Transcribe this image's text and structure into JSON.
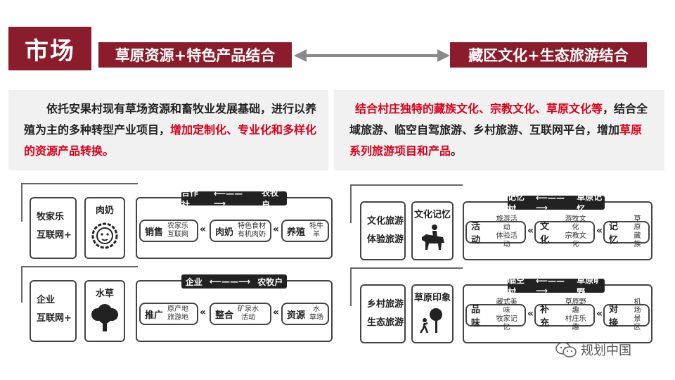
{
  "market": "市场",
  "left_title": "草原资源+特色产品结合",
  "right_title": "藏区文化+生态旅游结合",
  "left_panel": {
    "text_plain_1": "依托安果村现有草场资源和畜牧业发展基础，进行以养殖为主的多种转型产业项目，",
    "text_red": "增加定制化、专业化和多样化的资源产品转换。"
  },
  "right_panel": {
    "text_red_1": "结合村庄独特的藏族文化、宗教文化、草原文化等",
    "text_plain_1": "，结合全域旅游、临空自驾旅游、乡村旅游、互联网平台，增加",
    "text_red_2": "草原系列旅游项目和产品",
    "text_plain_2": "。"
  },
  "left_rows": [
    {
      "left_lines": [
        "牧家乐",
        "互联网+"
      ],
      "icon_title": "肉奶",
      "icon_name": "sheep-icon",
      "header_left": "合作社",
      "header_right": "农牧户",
      "pills": [
        {
          "key": "销售",
          "desc": [
            "农家乐",
            "互联网"
          ]
        },
        {
          "key": "肉奶",
          "desc": [
            "特色食材",
            "有机肉奶"
          ]
        },
        {
          "key": "养殖",
          "desc": [
            "牦牛",
            "羊"
          ]
        }
      ]
    },
    {
      "left_lines": [
        "企业",
        "互联网+"
      ],
      "icon_title": "水草",
      "icon_name": "tree-icon",
      "header_left": "企业",
      "header_right": "农牧户",
      "pills": [
        {
          "key": "推广",
          "desc": [
            "原产地",
            "旅游地"
          ]
        },
        {
          "key": "整合",
          "desc": [
            "矿泉水",
            "活动"
          ]
        },
        {
          "key": "资源",
          "desc": [
            "水",
            "草场"
          ]
        }
      ]
    }
  ],
  "right_rows": [
    {
      "left_lines": [
        "文化旅游",
        "体验旅游"
      ],
      "icon_title": "文化记忆",
      "icon_name": "horse-rider-icon",
      "header_left": "记忆村",
      "header_right": "草原记忆",
      "pills": [
        {
          "key": "活动",
          "desc": [
            "旅游活动",
            "体验活动"
          ]
        },
        {
          "key": "文化",
          "desc": [
            "游牧文化",
            "宗教文化"
          ]
        },
        {
          "key": "记忆",
          "desc": [
            "草原",
            "藏族"
          ]
        }
      ]
    },
    {
      "left_lines": [
        "乡村旅游",
        "生态旅游"
      ],
      "icon_title": "草原印象",
      "icon_name": "hiker-icon",
      "header_left": "临空村",
      "header_right": "草原旷野",
      "pills": [
        {
          "key": "品味",
          "desc": [
            "藏式美味",
            "牧家记忆"
          ]
        },
        {
          "key": "补充",
          "desc": [
            "草原野趣",
            "村庄乐趣"
          ]
        },
        {
          "key": "对接",
          "desc": [
            "机场",
            "景区"
          ]
        }
      ]
    }
  ],
  "watermark": "规划中国",
  "colors": {
    "brand": "#8b1c2c",
    "highlight": "#d9001b",
    "panel_bg": "#f1f1f1"
  }
}
